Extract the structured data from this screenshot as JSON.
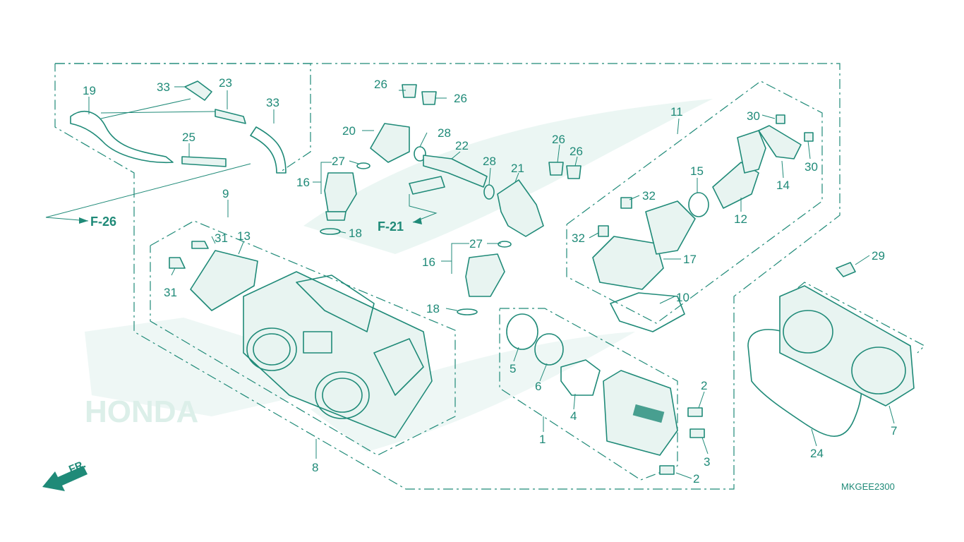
{
  "diagram_code": "MKGEE2300",
  "direction_label": "FR.",
  "refs": {
    "f26": "F-26",
    "f21": "F-21"
  },
  "watermark_text": "HONDA",
  "colors": {
    "line": "#1f8a78",
    "watermark": "#e3f2ee",
    "background": "#ffffff"
  },
  "callouts": {
    "c1": "1",
    "c2a": "2",
    "c2b": "2",
    "c3": "3",
    "c4": "4",
    "c5": "5",
    "c6": "6",
    "c7": "7",
    "c8": "8",
    "c9": "9",
    "c10": "10",
    "c11": "11",
    "c12": "12",
    "c13": "13",
    "c14": "14",
    "c15": "15",
    "c16a": "16",
    "c16b": "16",
    "c17": "17",
    "c18a": "18",
    "c18b": "18",
    "c19": "19",
    "c20": "20",
    "c21": "21",
    "c22": "22",
    "c23": "23",
    "c24": "24",
    "c25": "25",
    "c26a": "26",
    "c26b": "26",
    "c26c": "26",
    "c26d": "26",
    "c27a": "27",
    "c27b": "27",
    "c28a": "28",
    "c28b": "28",
    "c29": "29",
    "c30a": "30",
    "c30b": "30",
    "c31a": "31",
    "c31b": "31",
    "c32a": "32",
    "c32b": "32",
    "c33a": "33",
    "c33b": "33"
  }
}
